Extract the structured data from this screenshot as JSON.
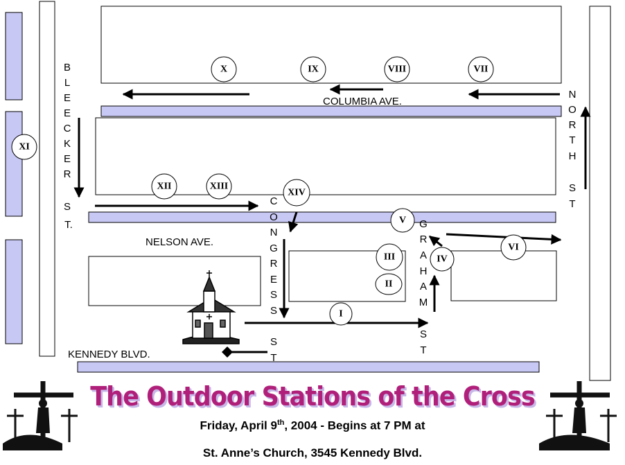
{
  "streets": {
    "columbia": "COLUMBIA AVE.",
    "nelson": "NELSON AVE.",
    "kennedy": "KENNEDY BLVD.",
    "bleecker": [
      "B",
      "L",
      "E",
      "E",
      "C",
      "K",
      "E",
      "R"
    ],
    "bleecker_st": [
      "S",
      "T."
    ],
    "north": [
      "N",
      "O",
      "R",
      "T",
      "H"
    ],
    "north_st": [
      "S",
      "T"
    ],
    "congress": [
      "C",
      "O",
      "N",
      "G",
      "R",
      "E",
      "S",
      "S"
    ],
    "congress_st": [
      "S",
      "T"
    ],
    "graham": [
      "G",
      "R",
      "A",
      "H",
      "A",
      "M"
    ],
    "graham_st": [
      "S",
      "T"
    ]
  },
  "stations": [
    "I",
    "II",
    "III",
    "IV",
    "V",
    "VI",
    "VII",
    "VIII",
    "IX",
    "X",
    "XI",
    "XII",
    "XIII",
    "XIV"
  ],
  "footer": {
    "title": "The Outdoor Stations of the Cross",
    "line1_pre": "Friday,  April 9",
    "line1_sup": "th",
    "line1_post": ", 2004 - Begins at  7 PM  at",
    "line2": "St. Anne’s Church, 3545 Kennedy Blvd."
  },
  "colors": {
    "road": "#c8c8f5",
    "title": "#b0207a",
    "title_shadow": "#c7b8e8"
  }
}
